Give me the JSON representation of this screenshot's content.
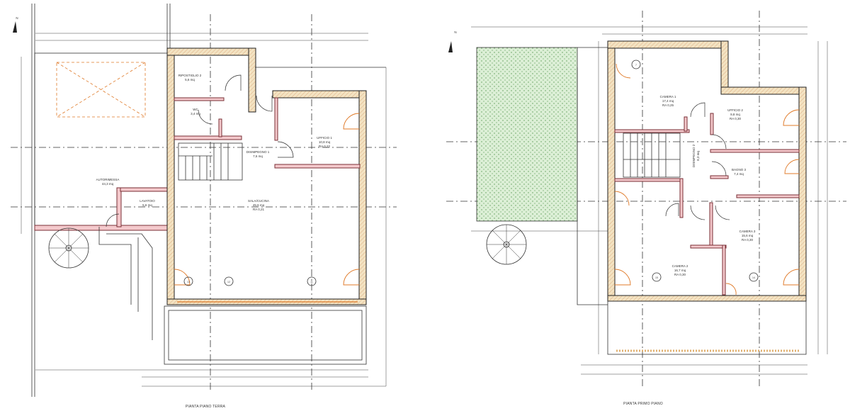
{
  "ground_floor": {
    "title": "PIANTA PIANO TERRA",
    "rooms": [
      {
        "name": "RIPOSTIGLIO 2",
        "area": "5,6 mq"
      },
      {
        "name": "WC",
        "area": "3,4 mq"
      },
      {
        "name": "DISIMPEGNO 1",
        "area": "7,6 mq"
      },
      {
        "name": "UFFICIO 1",
        "area": "10,8 mq",
        "ra": "RA 0,22"
      },
      {
        "name": "SALA/CUCINA",
        "area": "45,6 mq",
        "ra": "RA 0,21"
      },
      {
        "name": "AUTORIMESSA",
        "area": "44,3 mq"
      },
      {
        "name": "LAVATOIO",
        "area": "5,6 mq"
      }
    ],
    "markers": [
      "13",
      "12",
      "11"
    ]
  },
  "first_floor": {
    "title": "PIANTA PRIMO PIANO",
    "rooms": [
      {
        "name": "CAMERA 1",
        "area": "17,4 mq",
        "ra": "RA 0,25"
      },
      {
        "name": "UFFICIO 2",
        "area": "9,8 mq",
        "ra": "RA 0,30"
      },
      {
        "name": "DISIMPEGNO 2",
        "area": "8,3 mq"
      },
      {
        "name": "BAGNO 3",
        "area": "7,4 mq"
      },
      {
        "name": "CAMERA 3",
        "area": "15,6 mq",
        "ra": "RA 0,30"
      },
      {
        "name": "CAMERA 2",
        "area": "16,7 mq",
        "ra": "RA 0,30"
      }
    ],
    "markers": [
      "7",
      "15",
      "14"
    ]
  },
  "north_label": "N",
  "colors": {
    "wall": "#f3e3c2",
    "partition": "#f4c9cc",
    "garden": "#d8ecd2",
    "door_swing": "#e07b2a"
  }
}
